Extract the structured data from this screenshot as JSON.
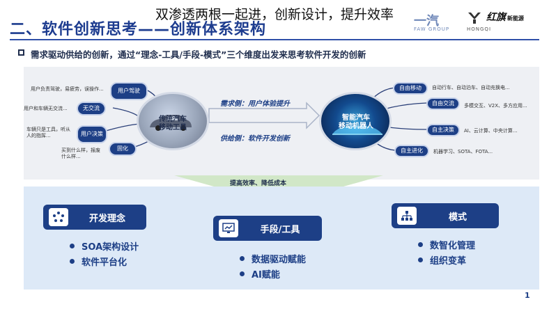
{
  "overlay_caption": "双渗透两根一起进，创新设计，提升效率",
  "header": {
    "section_title_main": "二、软件创新思考——创新体系架构",
    "faw_mark": "一汽",
    "faw_sub": "FAW GROUP",
    "hongqi_brand": "红旗",
    "hongqi_brand_suffix": "新能源",
    "hongqi_sub": "HONGQI"
  },
  "subtitle": "需求驱动供给的创新，通过“理念-工具/手段-模式”三个维度出发来思考软件开发的创新",
  "left_nodes": [
    {
      "label": "用户驾驶"
    },
    {
      "label": "无交流"
    },
    {
      "label": "用户决策"
    },
    {
      "label": "固化"
    }
  ],
  "left_texts": [
    "用户负责驾驶，易疲劳，误操作...",
    "用户和车辆无交流...",
    "车辆只是工具，听从人的指挥...",
    "买到什么样，报废什么样..."
  ],
  "left_circle_label": "传统汽车\n移动工具",
  "right_circle_label": "智能汽车\n移动机器人",
  "demand_label": "需求侧：用户体验提升",
  "supply_label": "供给侧：软件开发创新",
  "right_nodes": [
    {
      "label": "自由移动"
    },
    {
      "label": "自由交流"
    },
    {
      "label": "自主决策"
    },
    {
      "label": "自主进化"
    }
  ],
  "right_texts": [
    "自动行车、自动泊车、自动充换电...",
    "多模交互、V2X、多方应用...",
    "AI、云计算、中央计算...",
    "机器学习、SOTA、FOTA..."
  ],
  "funnel_label": "提高效率、降低成本",
  "pillars": [
    {
      "label": "开发理念",
      "bullets": [
        "SOA架构设计",
        "软件平台化"
      ]
    },
    {
      "label": "手段/工具",
      "bullets": [
        "数据驱动赋能",
        "AI赋能"
      ]
    },
    {
      "label": "模式",
      "bullets": [
        "数智化管理",
        "组织变革"
      ]
    }
  ],
  "page_number": "1",
  "colors": {
    "primary": "#1d3f86",
    "panel_gray": "#eef0f4",
    "panel_blue": "#dde9f7",
    "funnel_green": "#cfe6c4"
  },
  "icons": {
    "idea": "dots-circle-icon",
    "tool": "screen-chart-icon",
    "mode": "org-chart-icon"
  }
}
